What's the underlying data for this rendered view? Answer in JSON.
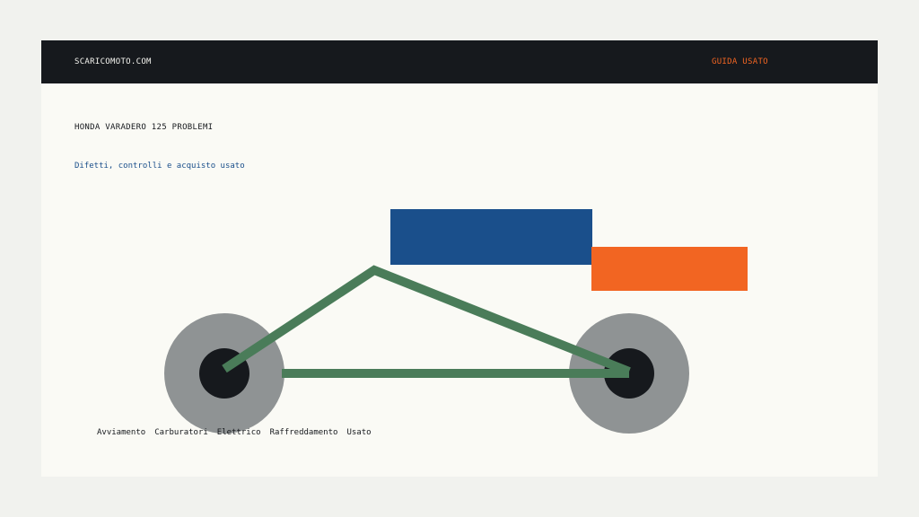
{
  "header": {
    "brand": "SCARICOMOTO.COM",
    "nav_link": "GUIDA USATO"
  },
  "main": {
    "title": "HONDA VARADERO 125 PROBLEMI",
    "subtitle": "Difetti, controlli e acquisto usato"
  },
  "topics": [
    {
      "label": "Avviamento"
    },
    {
      "label": "Carburatori"
    },
    {
      "label": "Elettrico"
    },
    {
      "label": "Raffreddamento"
    },
    {
      "label": "Usato"
    }
  ],
  "colors": {
    "header_bg": "#16191d",
    "page_bg": "#fafaf5",
    "accent_orange": "#f26522",
    "accent_blue": "#1a4f8b",
    "frame_green": "#4a7c59",
    "wheel_grey": "#8f9394",
    "hub_dark": "#16191d"
  }
}
